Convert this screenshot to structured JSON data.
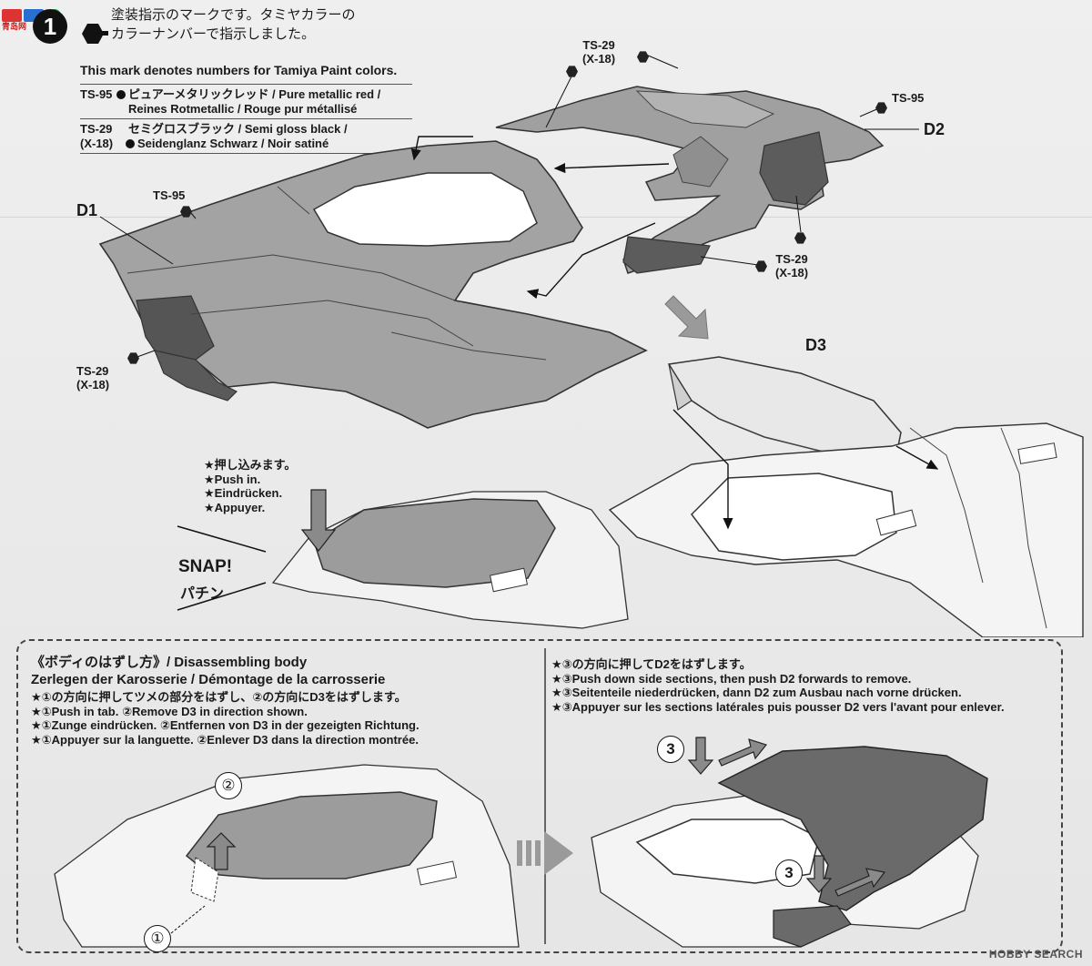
{
  "step": {
    "number": "1"
  },
  "intro": {
    "ja_line1": "塗装指示のマークです。タミヤカラーの",
    "ja_line2": "カラーナンバーで指示しました。",
    "en": "This mark denotes numbers for Tamiya Paint colors."
  },
  "paints": [
    {
      "code": "TS-95",
      "desc_line1": "ピュアーメタリックレッド / Pure metallic red /",
      "desc_line2": "Reines Rotmetallic / Rouge pur métallisé"
    },
    {
      "code": "TS-29",
      "code2": "(X-18)",
      "desc_line1": "セミグロスブラック / Semi gloss black /",
      "desc_line2": "Seidenglanz Schwarz / Noir satiné"
    }
  ],
  "parts": {
    "d1": "D1",
    "d2": "D2",
    "d3": "D3"
  },
  "callouts": {
    "ts95": "TS-95",
    "ts29": "TS-29",
    "x18": "(X-18)"
  },
  "push": {
    "ja": "★押し込みます。",
    "en": "★Push in.",
    "de": "★Eindrücken.",
    "fr": "★Appuyer."
  },
  "snap": {
    "en": "SNAP!",
    "ja": "パチン"
  },
  "disassembly": {
    "title_line1": "《ボディのはずし方》/ Disassembling body",
    "title_line2": "Zerlegen der Karosserie / Démontage de la carrosserie",
    "left_ja": "★①の方向に押してツメの部分をはずし、②の方向にD3をはずします。",
    "left_en": "★①Push in tab. ②Remove D3 in direction shown.",
    "left_de": "★①Zunge eindrücken. ②Entfernen von D3 in der gezeigten Richtung.",
    "left_fr": "★①Appuyer sur la languette. ②Enlever D3 dans la direction montrée.",
    "right_ja": "★③の方向に押してD2をはずします。",
    "right_en": "★③Push down side sections, then push D2 forwards to remove.",
    "right_de": "★③Seitenteile niederdrücken, dann D2 zum Ausbau nach vorne drücken.",
    "right_fr": "★③Appuyer sur les sections latérales puis pousser D2 vers l'avant pour enlever.",
    "circ1": "①",
    "circ2": "②",
    "circ3": "3"
  },
  "watermark": {
    "top": "青岛网",
    "bottom": "HOBBY SEARCH"
  },
  "colors": {
    "paper": "#ececec",
    "body_gray": "#9a9a9a",
    "dark_gray": "#5a5a5a",
    "ink": "#1a1a1a"
  }
}
